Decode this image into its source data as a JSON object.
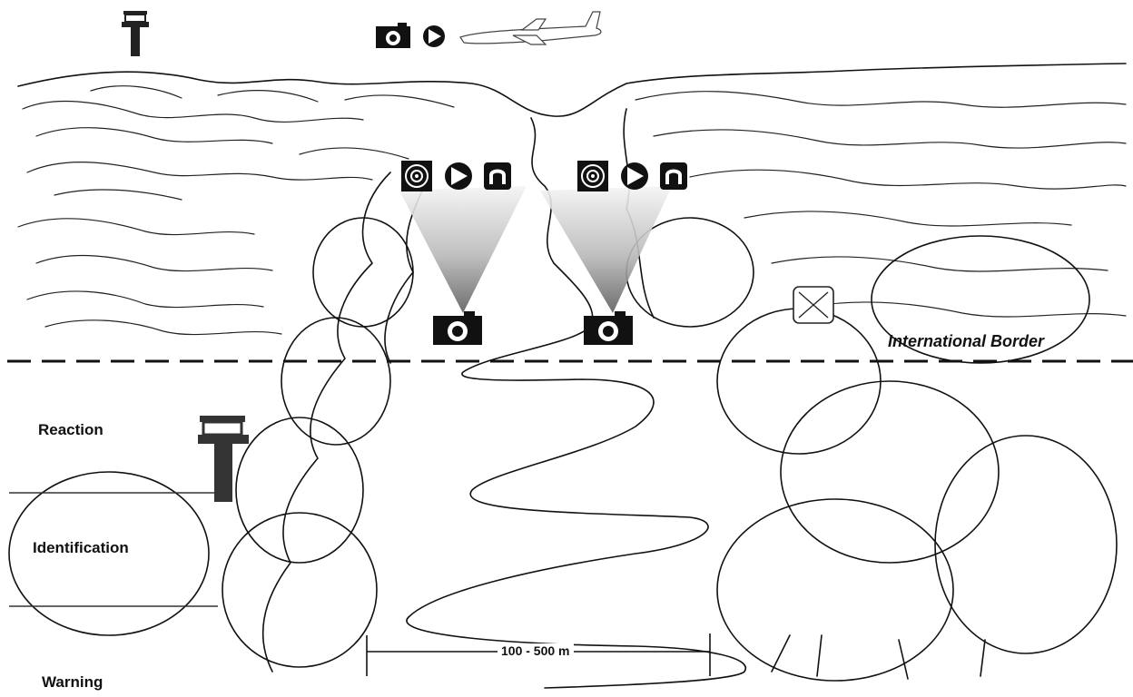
{
  "labels": {
    "international_border": "International Border",
    "zone_reaction": "Reaction",
    "zone_identification": "Identification",
    "zone_warning": "Warning",
    "scale_distance": "100 - 500 m"
  },
  "icons": [
    "watchtower-icon",
    "camera-icon",
    "radar-icon",
    "infrared-sensor-icon",
    "magnetic-sensor-icon",
    "aircraft-icon",
    "ground-sensor-icon"
  ],
  "colors": {
    "ink": "#111111",
    "background": "#ffffff",
    "cone_top": "#f2f2f2",
    "cone_bottom": "#6e6e6e"
  }
}
